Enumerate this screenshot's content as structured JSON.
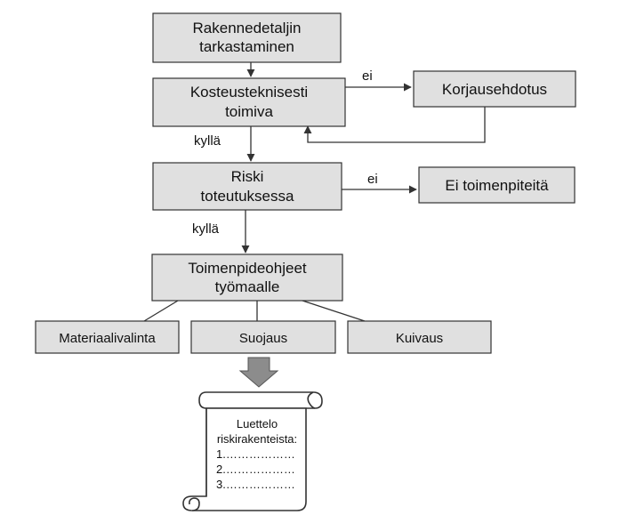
{
  "nodes": {
    "check": [
      "Rakennedetaljin",
      "tarkastaminen"
    ],
    "moisture": [
      "Kosteusteknisesti",
      "toimiva"
    ],
    "fix": [
      "Korjausehdotus"
    ],
    "risk": [
      "Riski",
      "toteutuksessa"
    ],
    "none": [
      "Ei toimenpiteitä"
    ],
    "instructions": [
      "Toimenpideohjeet",
      "työmaalle"
    ],
    "material": [
      "Materiaalivalinta"
    ],
    "protection": [
      "Suojaus"
    ],
    "drying": [
      "Kuivaus"
    ]
  },
  "edge_labels": {
    "moisture_no": "ei",
    "moisture_yes": "kyllä",
    "risk_no": "ei",
    "risk_yes": "kyllä"
  },
  "scroll": {
    "title": [
      "Luettelo",
      "riskirakenteista:"
    ],
    "items": [
      "1.………………",
      "2.………………",
      "3.………………"
    ]
  },
  "colors": {
    "box_fill": "#e0e0e0",
    "block_arrow": "#8c8c8c"
  }
}
